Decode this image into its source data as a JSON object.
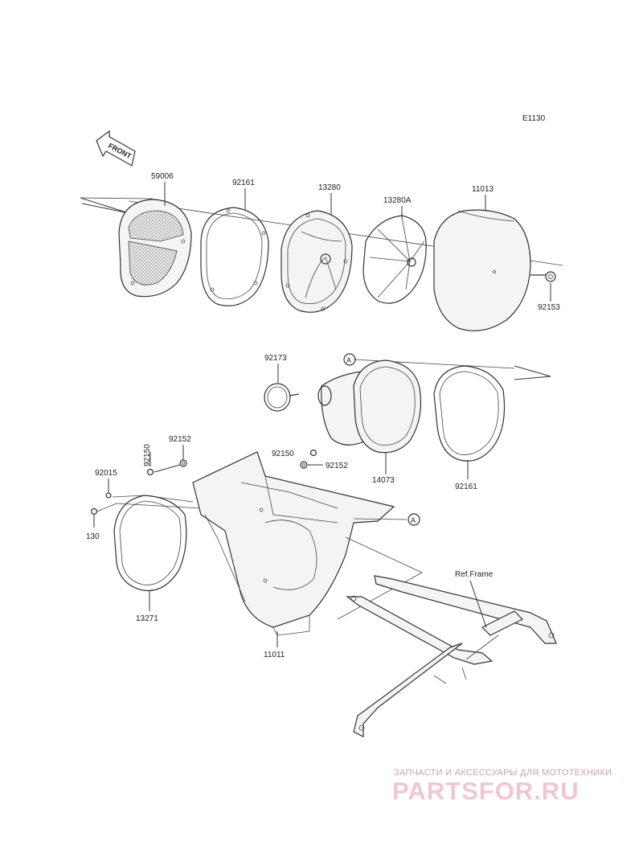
{
  "diagram_code": "E1130",
  "front_label": "FRONT",
  "ref_frame": "Ref.Frame",
  "callout": "A",
  "parts": {
    "p59006": "59006",
    "p92161_top": "92161",
    "p13280": "13280",
    "p13280A": "13280A",
    "p11013": "11013",
    "p92153": "92153",
    "p92173": "92173",
    "p14073": "14073",
    "p92161_bottom": "92161",
    "p92150_left": "92150",
    "p92152_left": "92152",
    "p92150_right": "92150",
    "p92152_right": "92152",
    "p92015": "92015",
    "p130": "130",
    "p13271": "13271",
    "p11011": "11011"
  },
  "watermark": {
    "line1": "ЗАПЧАСТИ И АКСЕССУАРЫ ДЛЯ МОТОТЕХНИКИ",
    "line2": "PARTSFOR.RU"
  }
}
